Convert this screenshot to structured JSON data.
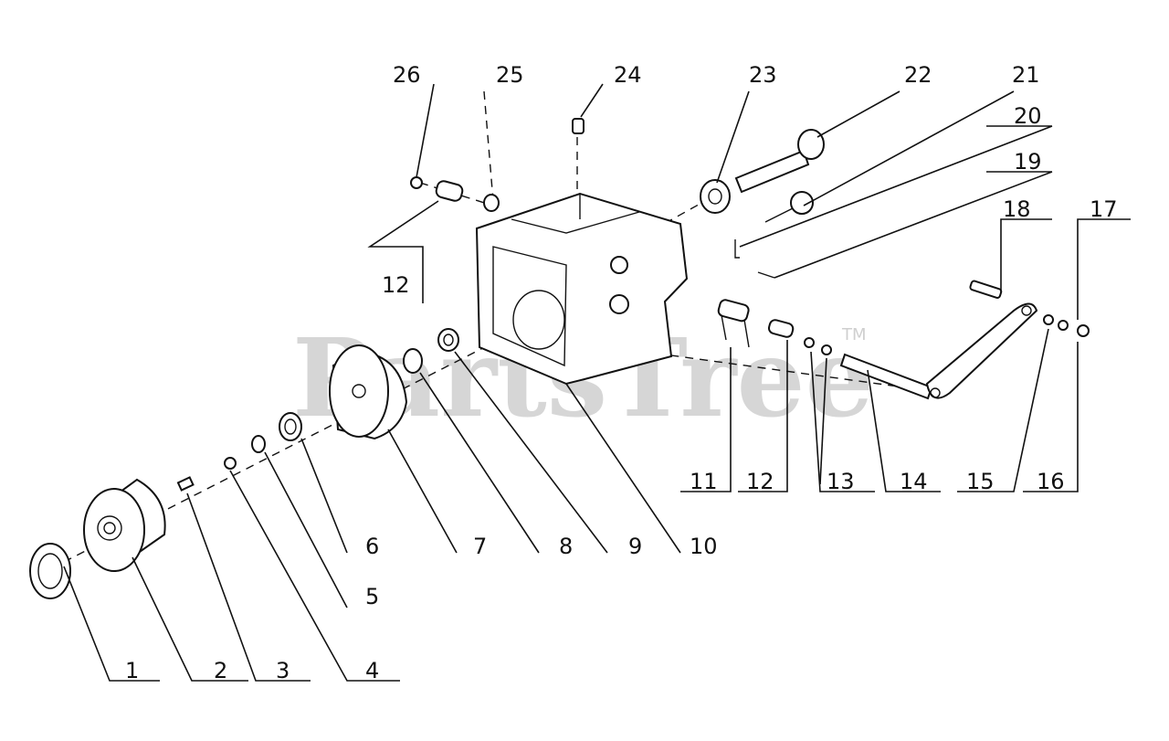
{
  "watermark": {
    "text": "PartsTree",
    "tm": "TM"
  },
  "callouts": {
    "c1": "1",
    "c2": "2",
    "c3": "3",
    "c4": "4",
    "c5": "5",
    "c6": "6",
    "c7": "7",
    "c8": "8",
    "c9": "9",
    "c10": "10",
    "c11": "11",
    "c12a": "12",
    "c12b": "12",
    "c13": "13",
    "c14": "14",
    "c15": "15",
    "c16": "16",
    "c17": "17",
    "c18": "18",
    "c19": "19",
    "c20": "20",
    "c21": "21",
    "c22": "22",
    "c23": "23",
    "c24": "24",
    "c25": "25",
    "c26": "26"
  }
}
